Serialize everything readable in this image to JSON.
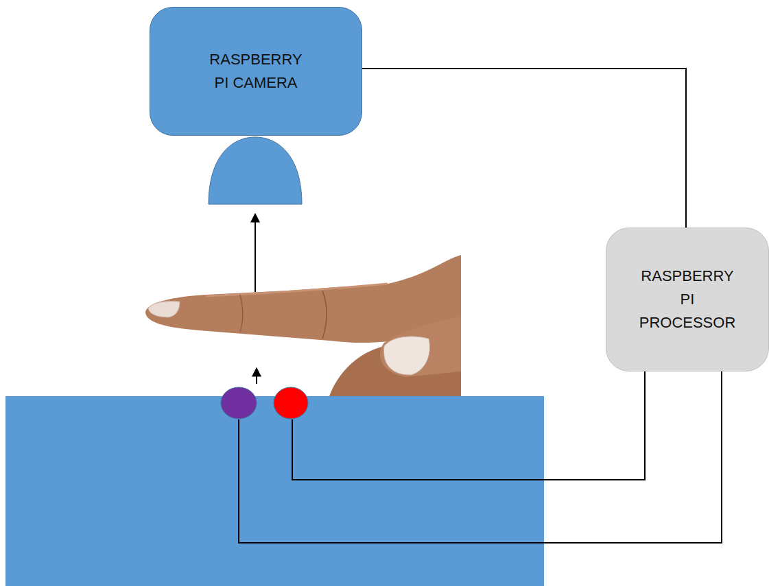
{
  "diagram": {
    "nodes": [
      {
        "text": [
          "RASPBERRY PI CAMERA"
        ]
      },
      {
        "text": [
          "RASPBERRY PI PROCESSOR"
        ]
      }
    ],
    "edges": [
      {
        "from": 0,
        "to": 1,
        "arrow": "none"
      }
    ]
  }
}
